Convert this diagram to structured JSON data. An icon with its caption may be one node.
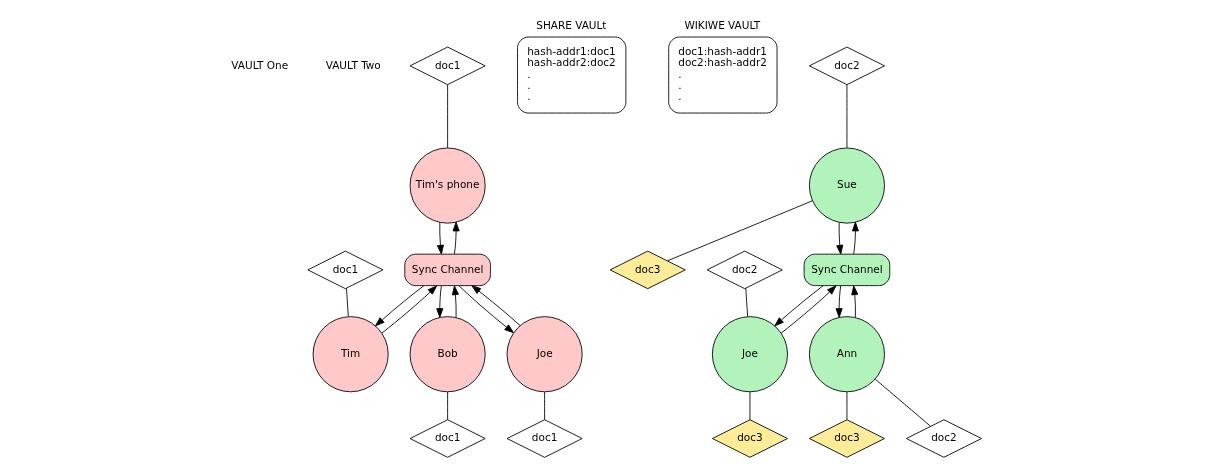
{
  "diagram": {
    "nodes": [
      {
        "text": [
          "doc1"
        ]
      },
      {
        "text": [
          "Tim's phone"
        ]
      },
      {
        "text": [
          "doc1"
        ]
      },
      {
        "text": [
          "Tim"
        ]
      },
      {
        "text": [
          "Sync Channel"
        ]
      },
      {
        "text": [
          "Bob"
        ]
      },
      {
        "text": [
          "doc1"
        ]
      },
      {
        "text": [
          "Joe"
        ]
      },
      {
        "text": [
          "doc1"
        ]
      },
      {
        "text": [
          "SHARE VAULt",
          "hash-addr1:doc1",
          "hash-addr2:doc2",
          ".",
          ".",
          "."
        ]
      },
      {
        "text": [
          "WIKIWE VAULT",
          "doc1:hash-addr1",
          "doc2:hash-addr2",
          ".",
          ".",
          "."
        ]
      },
      {
        "text": [
          "doc2"
        ]
      },
      {
        "text": [
          "Sue"
        ]
      },
      {
        "text": [
          "doc2"
        ]
      },
      {
        "text": [
          "doc3"
        ]
      },
      {
        "text": [
          "Joe"
        ]
      },
      {
        "text": [
          "Sync Channel"
        ]
      },
      {
        "text": [
          "doc3"
        ]
      },
      {
        "text": [
          "Ann"
        ]
      },
      {
        "text": [
          "doc3"
        ]
      },
      {
        "text": [
          "doc2"
        ]
      }
    ],
    "edges": [
      {
        "from": 0,
        "to": 1,
        "arrow": "none"
      },
      {
        "from": 2,
        "to": 3,
        "arrow": "none"
      },
      {
        "from": 1,
        "to": 4,
        "arrow": "to"
      },
      {
        "from": 4,
        "to": 1,
        "arrow": "to"
      },
      {
        "from": 4,
        "to": 3,
        "arrow": "to"
      },
      {
        "from": 3,
        "to": 4,
        "arrow": "to"
      },
      {
        "from": 5,
        "to": 4,
        "arrow": "to"
      },
      {
        "from": 4,
        "to": 5,
        "arrow": "to"
      },
      {
        "from": 4,
        "to": 7,
        "arrow": "to"
      },
      {
        "from": 7,
        "to": 4,
        "arrow": "to"
      },
      {
        "from": 7,
        "to": 6,
        "arrow": "none"
      },
      {
        "from": 5,
        "to": 8,
        "arrow": "none"
      },
      {
        "from": 11,
        "to": 12,
        "arrow": "none"
      },
      {
        "from": 12,
        "to": 14,
        "arrow": "none"
      },
      {
        "from": 12,
        "to": 16,
        "arrow": "to"
      },
      {
        "from": 16,
        "to": 12,
        "arrow": "to"
      },
      {
        "from": 13,
        "to": 15,
        "arrow": "none"
      },
      {
        "from": 16,
        "to": 15,
        "arrow": "to"
      },
      {
        "from": 15,
        "to": 16,
        "arrow": "to"
      },
      {
        "from": 15,
        "to": 17,
        "arrow": "none"
      },
      {
        "from": 16,
        "to": 18,
        "arrow": "to"
      },
      {
        "from": 18,
        "to": 16,
        "arrow": "to"
      },
      {
        "from": 18,
        "to": 19,
        "arrow": "none"
      },
      {
        "from": 18,
        "to": 20,
        "arrow": "none"
      }
    ],
    "labels": [
      "VAULT One",
      "VAULT Two"
    ]
  }
}
